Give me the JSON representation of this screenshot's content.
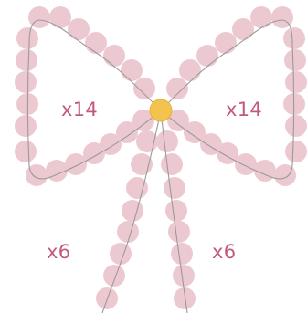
{
  "diagram": {
    "labels": {
      "upper_left_loop": "x14",
      "upper_right_loop": "x14",
      "lower_left_tail": "x6",
      "lower_right_tail": "x6"
    },
    "bead_counts": {
      "upper_left_loop": 14,
      "upper_right_loop": 14,
      "lower_left_tail": 6,
      "lower_right_tail": 6
    },
    "colors": {
      "bead": "#ecc9d0",
      "center_bead": "#f2c44e",
      "center_bead_edge": "#e8b23c",
      "thread": "#9a9a9a",
      "label_text": "#c25a7a"
    }
  }
}
